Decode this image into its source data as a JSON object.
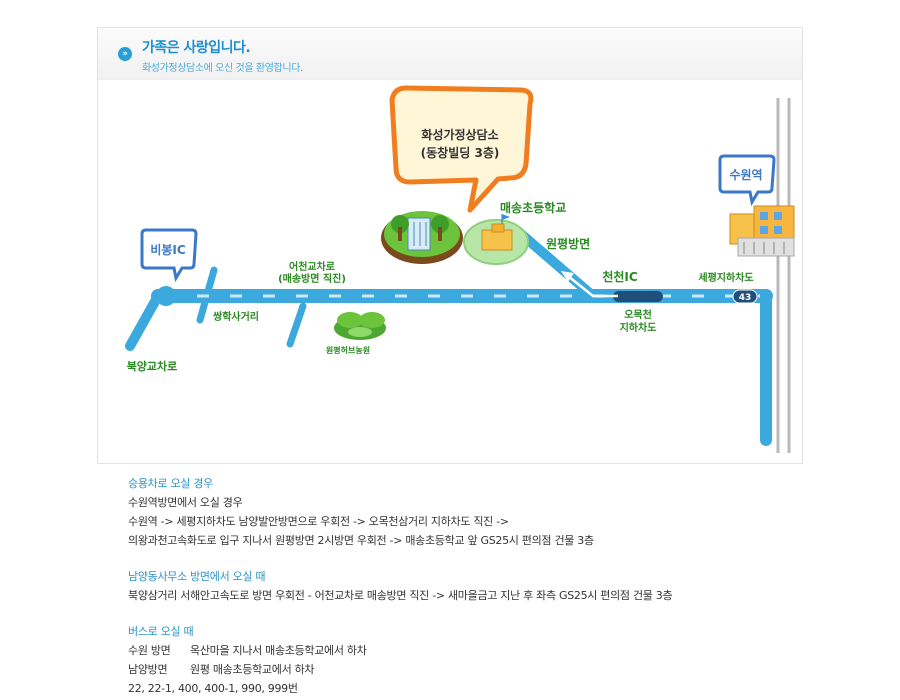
{
  "header": {
    "title": "가족은 사랑입니다.",
    "subtitle": "화성가정상담소에 오신 것을 환영합니다.",
    "arrow_glyph": "»"
  },
  "map": {
    "destination": {
      "line1": "화성가정상담소",
      "line2": "(동창빌딩 3층)"
    },
    "labels": {
      "bibong_ic": "비봉IC",
      "suwon_station": "수원역",
      "maesong_school": "매송초등학교",
      "wonpyeong_direction": "원평방면",
      "cheoncheon_ic": "천천IC",
      "sepyeong_underpass": "세평지하차도",
      "eocheon_line1": "어천교차로",
      "eocheon_line2": "(매송방면 직진)",
      "ssanghak": "쌍학사거리",
      "herb_farm": "원평허브농원",
      "bukyang": "북양교차로",
      "omokcheon_line1": "오목천",
      "omokcheon_line2": "지하차도",
      "route_number": "43"
    },
    "colors": {
      "road": "#3ba8de",
      "label_green": "#2a8a22",
      "label_blue": "#3a78c8",
      "callout_orange": "#f07d1e",
      "callout_fill": "#fff6d8"
    }
  },
  "directions": {
    "sections": [
      {
        "heading": "승용차로 오실 경우",
        "lines": [
          "수원역방면에서 오실 경우",
          "수원역 -> 세평지하차도 남양발안방면으로 우회전 -> 오목천삼거리 지하차도 직진 ->",
          "의왕과천고속화도로 입구 지나서 원평방면 2시방면 우회전 -> 매송초등학교 앞 GS25시 편의점 건물 3층"
        ]
      },
      {
        "heading": "남양동사무소 방면에서 오실 때",
        "lines": [
          "북양삼거리 서해안고속도로 방면 우회전 - 어천교차로 매송방면 직진 -> 새마을금고 지난 후 좌측 GS25시 편의점 건물 3층"
        ]
      },
      {
        "heading": "버스로 오실 때",
        "bus_rows": [
          {
            "direction": "수원 방면",
            "detail": "옥산마을 지나서 매송초등학교에서 하차"
          },
          {
            "direction": "남양방면",
            "detail": "원평 매송초등학교에서 하차"
          }
        ],
        "bus_numbers": "22, 22-1, 400, 400-1, 990, 999번"
      }
    ]
  }
}
